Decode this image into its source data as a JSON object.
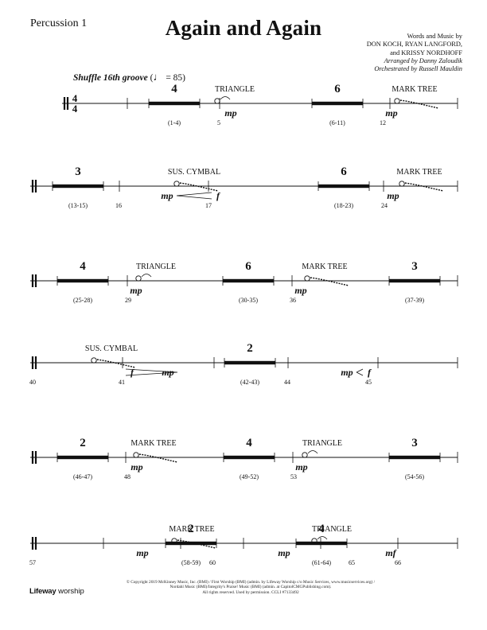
{
  "header": {
    "part_name": "Percussion 1",
    "title": "Again and Again",
    "credits": {
      "line1": "Words and Music by",
      "line2": "DON KOCH, RYAN LANGFORD,",
      "line3": "and KRISSY NORDHOFF",
      "arranged": "Arranged by Danny Zaloudik",
      "orchestrated": "Orchestrated by Russell Mauldin"
    }
  },
  "tempo": {
    "label": "Shuffle 16th groove",
    "open": "(",
    "note_glyph": "♩",
    "value": "= 85)"
  },
  "time_signature": {
    "top": "4",
    "bottom": "4"
  },
  "systems": [
    {
      "items": [
        {
          "kind": "rest",
          "count": "4",
          "range": "(1-4)"
        },
        {
          "kind": "barnum",
          "label": "5"
        },
        {
          "kind": "instrument",
          "label": "TRIANGLE"
        },
        {
          "kind": "dynamic",
          "label": "mp"
        },
        {
          "kind": "rest",
          "count": "6",
          "range": "(6-11)"
        },
        {
          "kind": "barnum",
          "label": "12"
        },
        {
          "kind": "instrument",
          "label": "MARK TREE"
        },
        {
          "kind": "dynamic",
          "label": "mp"
        }
      ]
    },
    {
      "items": [
        {
          "kind": "rest",
          "count": "3",
          "range": "(13-15)"
        },
        {
          "kind": "barnum",
          "label": "16"
        },
        {
          "kind": "instrument",
          "label": "SUS. CYMBAL"
        },
        {
          "kind": "dynamic",
          "label": "mp"
        },
        {
          "kind": "dynamic",
          "label": "f"
        },
        {
          "kind": "barnum",
          "label": "17"
        },
        {
          "kind": "rest",
          "count": "6",
          "range": "(18-23)"
        },
        {
          "kind": "barnum",
          "label": "24"
        },
        {
          "kind": "instrument",
          "label": "MARK TREE"
        },
        {
          "kind": "dynamic",
          "label": "mp"
        }
      ]
    },
    {
      "items": [
        {
          "kind": "rest",
          "count": "4",
          "range": "(25-28)"
        },
        {
          "kind": "barnum",
          "label": "29"
        },
        {
          "kind": "instrument",
          "label": "TRIANGLE"
        },
        {
          "kind": "dynamic",
          "label": "mp"
        },
        {
          "kind": "rest",
          "count": "6",
          "range": "(30-35)"
        },
        {
          "kind": "barnum",
          "label": "36"
        },
        {
          "kind": "instrument",
          "label": "MARK TREE"
        },
        {
          "kind": "dynamic",
          "label": "mp"
        },
        {
          "kind": "rest",
          "count": "3",
          "range": "(37-39)"
        }
      ]
    },
    {
      "items": [
        {
          "kind": "barnum",
          "label": "40"
        },
        {
          "kind": "instrument",
          "label": "SUS. CYMBAL"
        },
        {
          "kind": "dynamic",
          "label": "mp"
        },
        {
          "kind": "dynamic",
          "label": "f"
        },
        {
          "kind": "barnum",
          "label": "41"
        },
        {
          "kind": "rest",
          "count": "2",
          "range": "(42-43)"
        },
        {
          "kind": "barnum",
          "label": "44"
        },
        {
          "kind": "dynamic",
          "label": "mp"
        },
        {
          "kind": "dynamic",
          "label": "f"
        },
        {
          "kind": "barnum",
          "label": "45"
        }
      ]
    },
    {
      "items": [
        {
          "kind": "rest",
          "count": "2",
          "range": "(46-47)"
        },
        {
          "kind": "barnum",
          "label": "48"
        },
        {
          "kind": "instrument",
          "label": "MARK TREE"
        },
        {
          "kind": "dynamic",
          "label": "mp"
        },
        {
          "kind": "rest",
          "count": "4",
          "range": "(49-52)"
        },
        {
          "kind": "barnum",
          "label": "53"
        },
        {
          "kind": "instrument",
          "label": "TRIANGLE"
        },
        {
          "kind": "dynamic",
          "label": "mp"
        },
        {
          "kind": "rest",
          "count": "3",
          "range": "(54-56)"
        }
      ]
    },
    {
      "items": [
        {
          "kind": "barnum",
          "label": "57"
        },
        {
          "kind": "dynamic",
          "label": "mp"
        },
        {
          "kind": "rest",
          "count": "2",
          "range": "(58-59)"
        },
        {
          "kind": "barnum",
          "label": "60"
        },
        {
          "kind": "instrument",
          "label": "MARK TREE"
        },
        {
          "kind": "dynamic",
          "label": "mp"
        },
        {
          "kind": "rest",
          "count": "4",
          "range": "(61-64)"
        },
        {
          "kind": "barnum",
          "label": "65"
        },
        {
          "kind": "instrument",
          "label": "TRIANGLE"
        },
        {
          "kind": "dynamic",
          "label": "mf"
        },
        {
          "kind": "barnum",
          "label": "66"
        }
      ]
    }
  ],
  "footer": {
    "copyright_line1": "© Copyright 2019 McKinney Music, Inc. (BMI) / First Worship (BMI) (admin. by Lifeway Worship c/o Music Services, www.musicservices.org) /",
    "copyright_line2": "Nordahl Music (BMI)/Integrity's Praise! Music (BMI) (admin. at CapitolCMGPublishing.com).",
    "copyright_line3": "All rights reserved. Used by permission. CCLI #7133492",
    "logo_word1": "Lifeway",
    "logo_word2": "worship"
  }
}
